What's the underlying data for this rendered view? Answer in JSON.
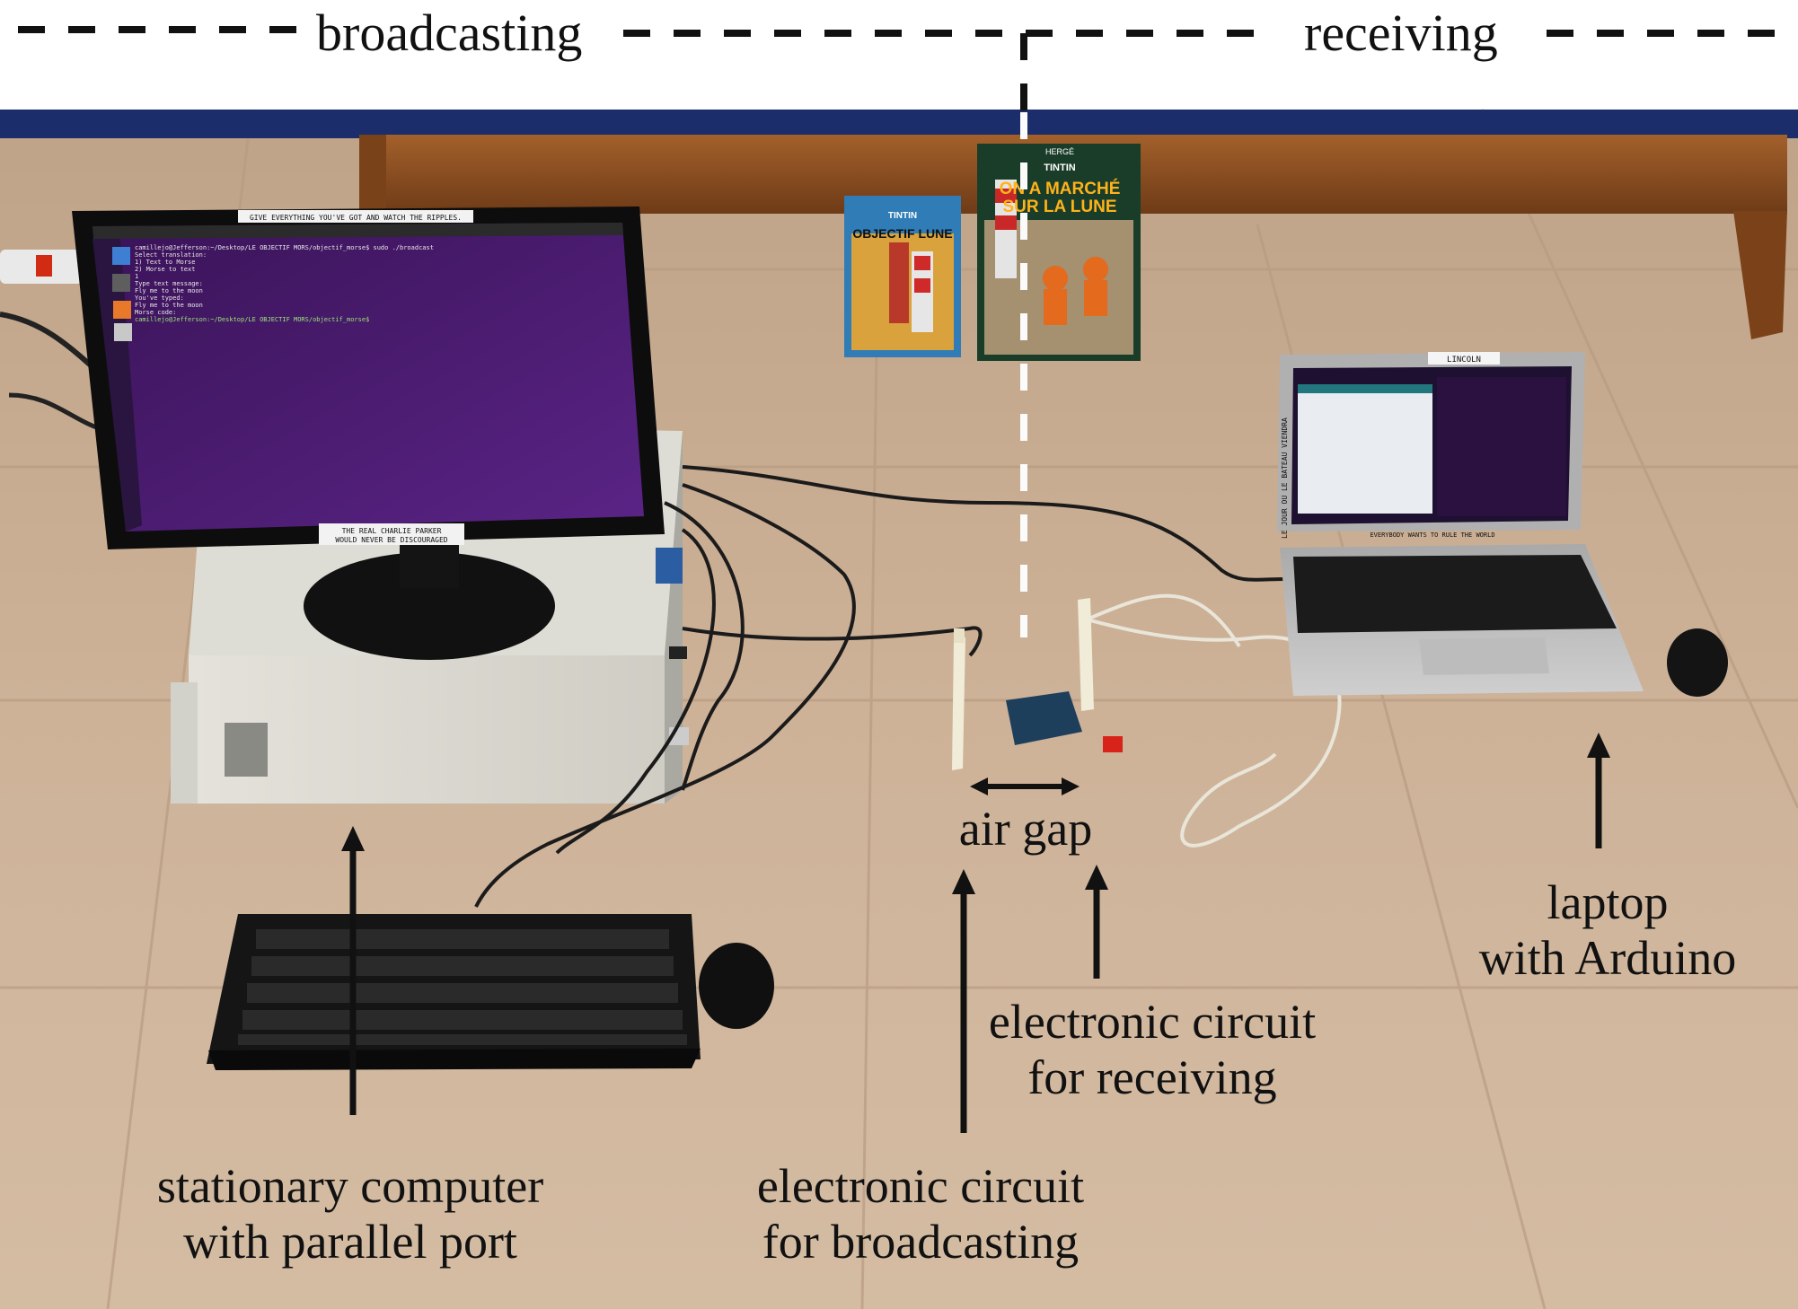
{
  "header": {
    "left_label": "broadcasting",
    "right_label": "receiving"
  },
  "annotations": {
    "air_gap": "air gap",
    "stationary_computer": [
      "stationary computer",
      "with parallel port"
    ],
    "circuit_broadcast": [
      "electronic circuit",
      "for broadcasting"
    ],
    "circuit_receive": [
      "electronic circuit",
      "for receiving"
    ],
    "laptop": [
      "laptop",
      "with Arduino"
    ]
  },
  "monitor": {
    "top_sticker": "GIVE EVERYTHING YOU'VE GOT AND WATCH THE RIPPLES.",
    "bottom_sticker": [
      "THE REAL CHARLIE PARKER",
      "WOULD NEVER BE DISCOURAGED"
    ],
    "terminal_lines": [
      "camillejo@Jefferson:~/Desktop/LE OBJECTIF MORS/objectif_morse$ sudo ./broadcast",
      "Select translation:",
      "1) Text to Morse",
      "2) Morse to text",
      "1",
      "Type text message:",
      "Fly me to the moon",
      "You've typed:",
      "Fly me to the moon",
      "Morse code:",
      "camillejo@Jefferson:~/Desktop/LE OBJECTIF MORS/objectif_morse$"
    ]
  },
  "books": {
    "book1": [
      "TINTIN",
      "OBJECTIF LUNE"
    ],
    "book2": [
      "HERGÉ",
      "TINTIN",
      "ON A MARCHÉ",
      "SUR LA LUNE"
    ]
  },
  "laptop_screen": {
    "sticker_top": "LINCOLN",
    "sticker_side": "LE JOUR OU LE BATEAU VIENDRA",
    "sticker_bottom": "EVERYBODY WANTS TO RULE THE WORLD"
  },
  "colors": {
    "floor": "#c9ad91",
    "terminal": "#4a1a6e",
    "bed": "#8a4f22"
  }
}
